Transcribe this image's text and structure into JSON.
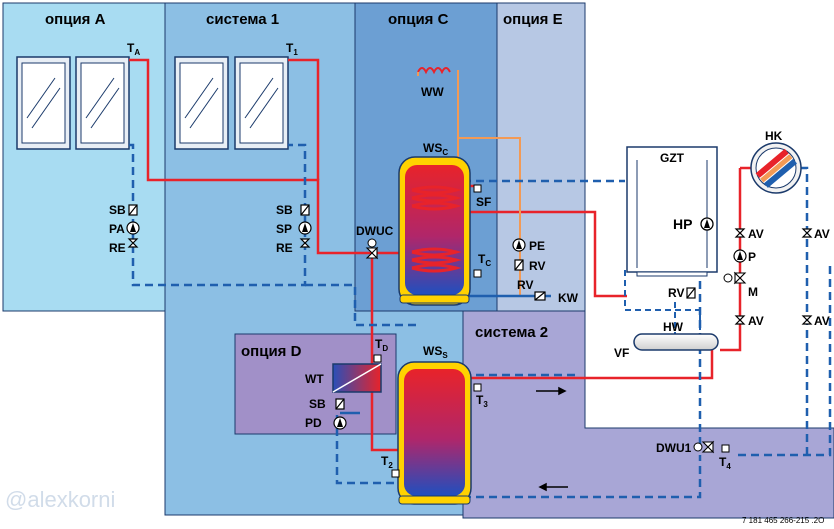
{
  "zones": {
    "option_a": "опция А",
    "system_1": "система 1",
    "option_c": "опция С",
    "option_e": "опция Е",
    "option_d": "опция D",
    "system_2": "система 2"
  },
  "sensors": {
    "ta": "T",
    "ta_sub": "A",
    "t1": "T",
    "t1_sub": "1",
    "tc": "T",
    "tc_sub": "C",
    "td": "T",
    "td_sub": "D",
    "t2": "T",
    "t2_sub": "2",
    "t3": "T",
    "t3_sub": "3",
    "t4": "T",
    "t4_sub": "4"
  },
  "components": {
    "ww": "WW",
    "wsc": "WS",
    "wsc_sub": "C",
    "wss": "WS",
    "wss_sub": "S",
    "sf": "SF",
    "dwuc": "DWUC",
    "pe": "PE",
    "rv1": "RV",
    "rv2": "RV",
    "rv3": "RV",
    "kw": "KW",
    "gzt": "GZT",
    "hp": "HP",
    "hk": "HK",
    "av1": "AV",
    "av2": "AV",
    "av3": "AV",
    "av4": "AV",
    "p": "P",
    "m": "M",
    "hw": "HW",
    "vf": "VF",
    "wt": "WT",
    "dwu1": "DWU1",
    "sb_a": "SB",
    "pa": "PA",
    "re_a": "RE",
    "sb_1": "SB",
    "sp": "SP",
    "re_1": "RE",
    "sb_d": "SB",
    "pd": "PD"
  },
  "footer": {
    "code": "7 181 465 266-215 .2O",
    "watermark": "@alexkorni"
  },
  "colors": {
    "option_a_bg": "#a8dcf2",
    "system_1_bg": "#8cbfe4",
    "option_c_bg": "#6c9fd3",
    "option_e_bg": "#b7c8e4",
    "system_2_bg": "#a8a6d6",
    "option_d_bg": "#a190c8",
    "hot_pipe": "#e8232a",
    "cold_pipe": "#1f5fae",
    "dhw_pipe": "#f39a55"
  }
}
